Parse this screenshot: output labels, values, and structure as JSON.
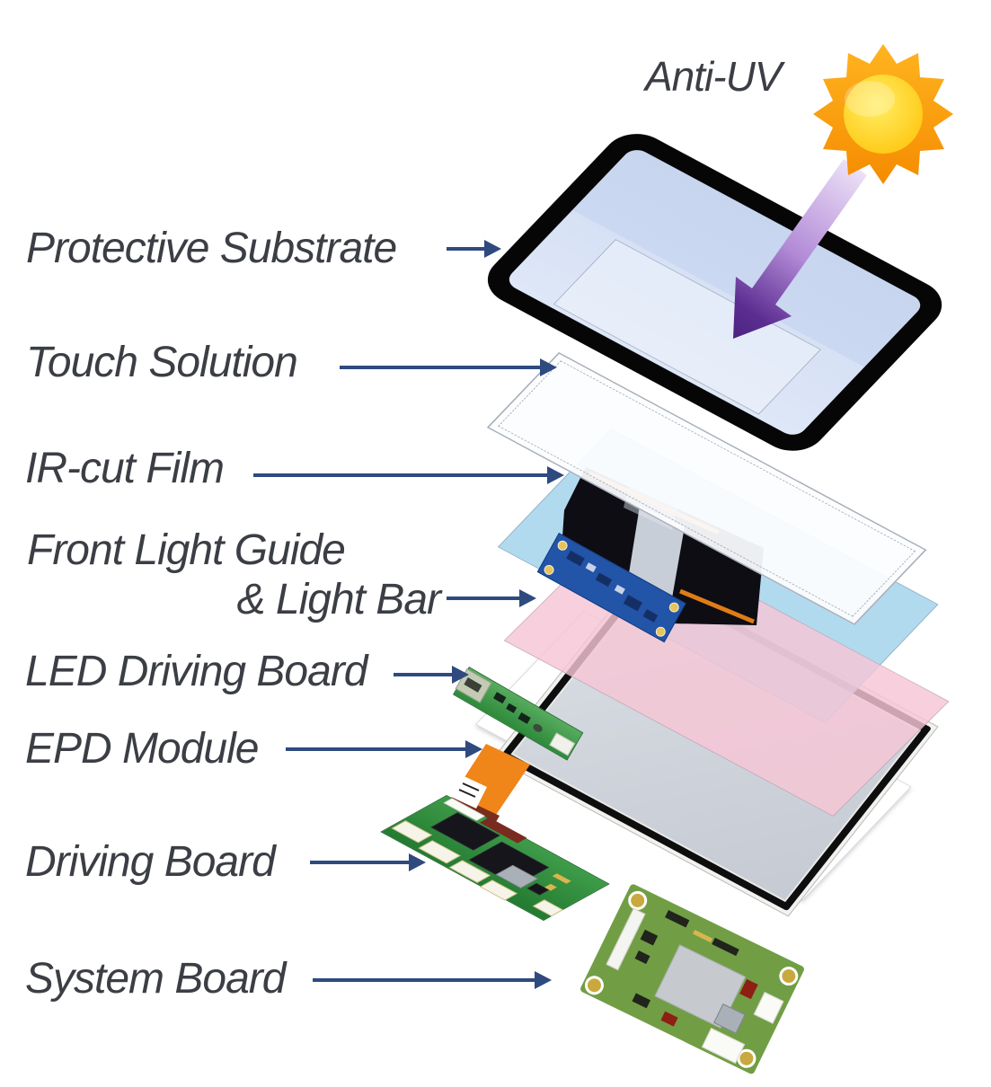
{
  "annotation": {
    "anti_uv": "Anti-UV"
  },
  "layers": [
    {
      "id": "protective-substrate",
      "label": "Protective Substrate"
    },
    {
      "id": "touch-solution",
      "label": "Touch Solution"
    },
    {
      "id": "ir-cut-film",
      "label": "IR-cut Film"
    },
    {
      "id": "front-light-guide",
      "label": "Front Light Guide",
      "label_line2": "& Light Bar"
    },
    {
      "id": "led-driving-board",
      "label": "LED Driving Board"
    },
    {
      "id": "epd-module",
      "label": "EPD Module"
    },
    {
      "id": "driving-board",
      "label": "Driving Board"
    },
    {
      "id": "system-board",
      "label": "System Board"
    }
  ],
  "icons": {
    "sun": "sun-icon",
    "uv_arrow": "uv-arrow-icon"
  },
  "colors": {
    "label_text": "#3B3E44",
    "pointer_arrow": "#2E4A7F",
    "sun_ray": "#F79500",
    "sun_core": "#FFC40A",
    "uv_arrow_light": "#ECE0F7",
    "uv_arrow_dark": "#54278E",
    "substrate_screen": "#CBD8F1",
    "touch_sheet": "#FCFDFF",
    "ir_cut_film": "#9ED1EB",
    "front_light_pink": "#F6C6D6",
    "epd_face": "#CDD2DA",
    "pcb_green": "#3E9C49",
    "light_bar_blue": "#2254A8"
  }
}
